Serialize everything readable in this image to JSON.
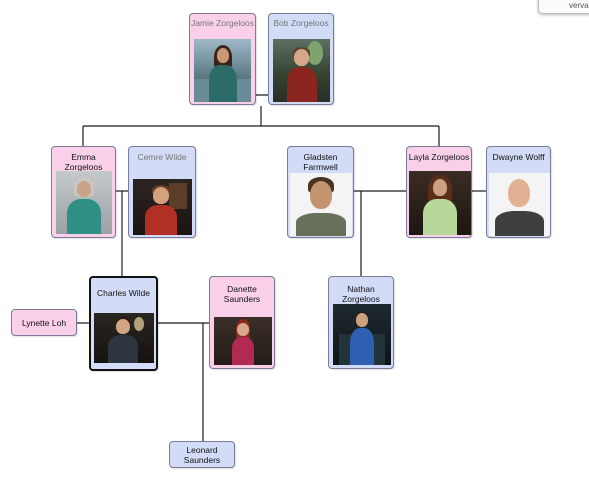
{
  "corner_label": "vervar",
  "people": {
    "jamie": {
      "name": "Jamie Zorgeloos",
      "gender": "female"
    },
    "bob": {
      "name": "Bob Zorgeloos",
      "gender": "male"
    },
    "emma": {
      "name": "Emma Zorgeloos",
      "gender": "female"
    },
    "cemre": {
      "name": "Cemre Wilde",
      "gender": "male"
    },
    "gladsten": {
      "name": "Gladsten Farmwell",
      "gender": "male"
    },
    "layla": {
      "name": "Layla Zorgeloos",
      "gender": "female"
    },
    "dwayne": {
      "name": "Dwayne Wolff",
      "gender": "male"
    },
    "charles": {
      "name": "Charles Wilde",
      "gender": "male",
      "selected": true
    },
    "danette": {
      "name": "Danette Saunders",
      "gender": "female"
    },
    "lynette": {
      "name": "Lynette Loh",
      "gender": "female"
    },
    "nathan": {
      "name": "Nathan Zorgeloos",
      "gender": "male"
    },
    "leonard": {
      "name": "Leonard Saunders",
      "gender": "male"
    }
  },
  "colors": {
    "female_card": "#f9d0e8",
    "male_card": "#d3dcf6",
    "connector": "#1a1a1a"
  }
}
